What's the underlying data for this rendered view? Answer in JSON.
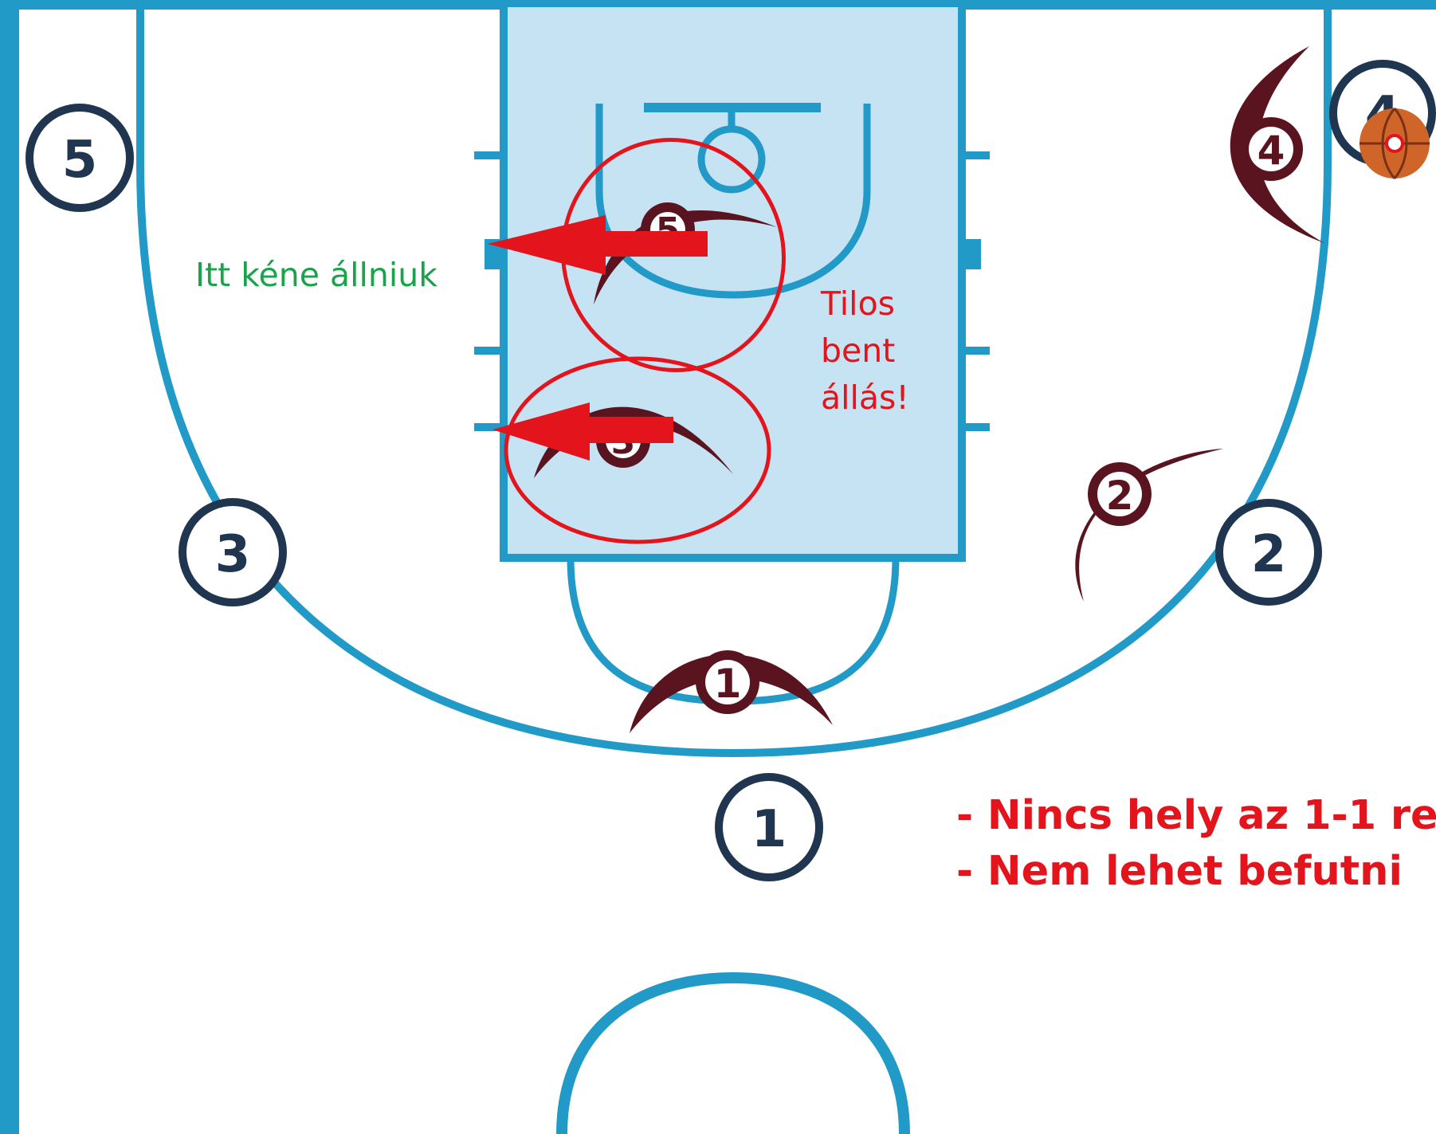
{
  "colors": {
    "court_line": "#229ac8",
    "paint_fill": "#c5e3f3",
    "offense": "#1f3550",
    "defense": "#5a1420",
    "annotation_red": "#e3141b",
    "annotation_green": "#1aa34a",
    "ball": "#d0652a"
  },
  "offense_players": [
    {
      "id": "off-5",
      "number": "5"
    },
    {
      "id": "off-4",
      "number": "4"
    },
    {
      "id": "off-3",
      "number": "3"
    },
    {
      "id": "off-2",
      "number": "2"
    },
    {
      "id": "off-1",
      "number": "1"
    }
  ],
  "defense_players": [
    {
      "id": "def-5",
      "number": "5"
    },
    {
      "id": "def-4",
      "number": "4"
    },
    {
      "id": "def-3",
      "number": "3"
    },
    {
      "id": "def-2",
      "number": "2"
    },
    {
      "id": "def-1",
      "number": "1"
    }
  ],
  "annotations": {
    "should_stand": "Itt kéne állniuk",
    "forbidden_line1": "Tilos",
    "forbidden_line2": "bent",
    "forbidden_line3": "állás!",
    "problem1": "- Nincs hely az 1-1 re",
    "problem2": "- Nem lehet befutni"
  },
  "icons": {
    "ball": "basketball-icon",
    "arrow": "red-arrow-icon"
  }
}
